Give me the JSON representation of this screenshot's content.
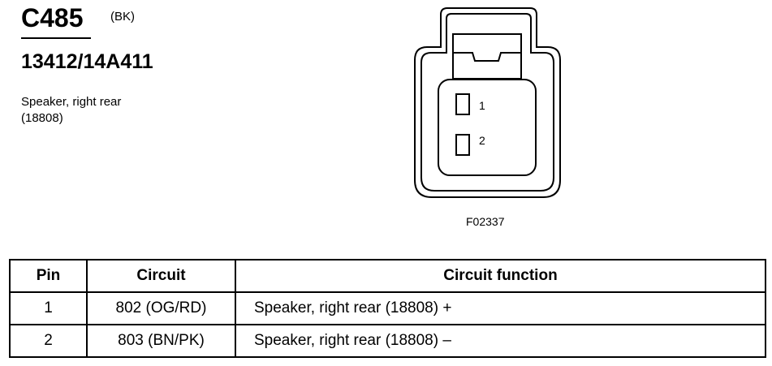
{
  "header": {
    "connector_id": "C485",
    "color_code": "(BK)",
    "part_number": "13412/14A411",
    "description_line1": "Speaker, right rear",
    "description_line2": "(18808)"
  },
  "diagram": {
    "figure_id": "F02337",
    "pin_labels": [
      "1",
      "2"
    ]
  },
  "table": {
    "headers": [
      "Pin",
      "Circuit",
      "Circuit function"
    ],
    "rows": [
      {
        "pin": "1",
        "circuit": "802 (OG/RD)",
        "function": "Speaker, right rear (18808) +"
      },
      {
        "pin": "2",
        "circuit": "803 (BN/PK)",
        "function": "Speaker, right rear (18808) –"
      }
    ]
  }
}
